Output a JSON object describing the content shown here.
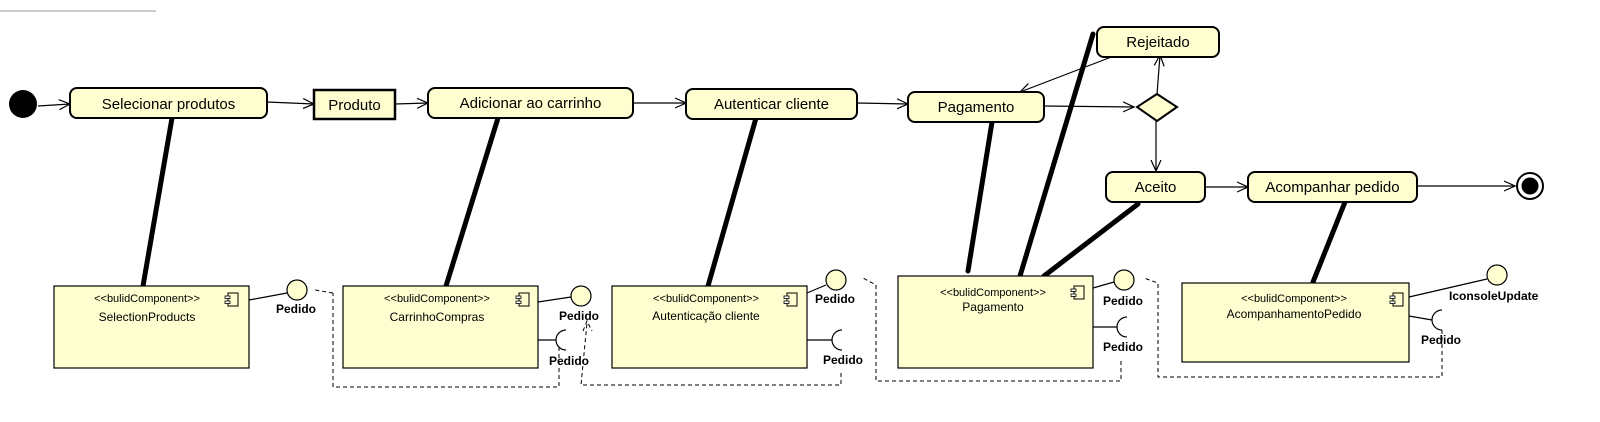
{
  "activities": {
    "selecionar": "Selecionar produtos",
    "produto": "Produto",
    "adicionar": "Adicionar ao carrinho",
    "autenticar": "Autenticar cliente",
    "pagamento": "Pagamento",
    "rejeitado": "Rejeitado",
    "aceito": "Aceito",
    "acompanhar": "Acompanhar pedido"
  },
  "stereotype": "<<bulidComponent>>",
  "components": {
    "selection": "SelectionProducts",
    "carrinho": "CarrinhoCompras",
    "autenticacao": "Autenticação cliente",
    "pagamento": "Pagamento",
    "acompanhamento": "AcompanhamentoPedido"
  },
  "interfaces": {
    "pedido": "Pedido",
    "iconsole": "IconsoleUpdate"
  },
  "colors": {
    "fill": "#fefed0",
    "stroke": "#000000"
  }
}
